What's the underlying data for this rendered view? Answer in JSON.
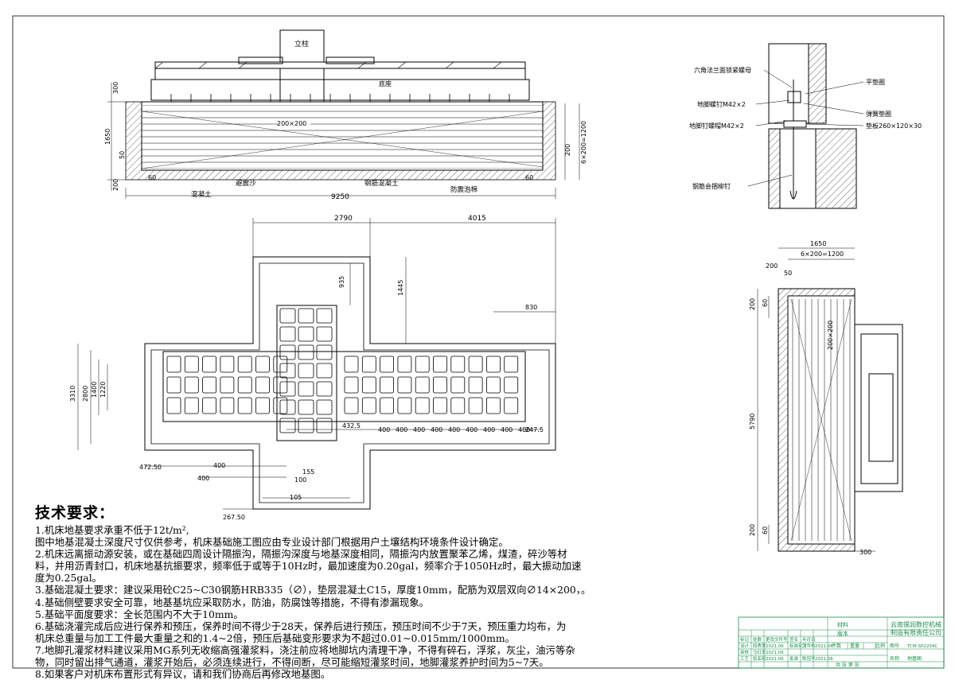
{
  "elevation": {
    "col_label": "立柱",
    "base_label": "底座",
    "dims": {
      "height300": "300",
      "height1650": "1650",
      "d50": "50",
      "d200": "200",
      "d60": "60",
      "total": "9250",
      "right_200": "200",
      "right_grid": "6×200=1200",
      "grid": "200×200"
    },
    "labels": {
      "concrete": "混凝土",
      "sand": "避震沙",
      "rc": "钢筋混凝土",
      "foam": "防震泡棉"
    }
  },
  "detail": {
    "labels": [
      "六角法兰面锁紧螺母",
      "平垫圈",
      "地脚螺钉M42×2",
      "弹簧垫圈",
      "地脚钉螺帽M42×2",
      "垫板260×120×30",
      "钢筋会捆柳钉"
    ]
  },
  "plan": {
    "dims": {
      "w2790": "2790",
      "w4015": "4015",
      "d935": "935",
      "d1445": "1445",
      "d830": "830",
      "h3310": "3310",
      "h2800": "2800",
      "h1400": "1400",
      "h1220": "1220",
      "d432": "432.5",
      "d247": "247.5",
      "d472": "472.50",
      "d267": "267.50",
      "d105": "105",
      "d155": "155",
      "d100": "100",
      "d400": "400"
    },
    "dim400_row": [
      "400",
      "400",
      "400",
      "400",
      "400",
      "400",
      "400",
      "400",
      "400"
    ]
  },
  "side": {
    "dims": {
      "w1650": "1650",
      "grid": "6×200=1200",
      "d200": "200",
      "d50": "50",
      "d60": "60",
      "diag": "200×200",
      "h5790": "5790",
      "d300": "300"
    }
  },
  "notes": {
    "heading": "技术要求：",
    "lines": [
      "1.机床地基要求承重不低于12t/m²,",
      "图中地基混凝土深度尺寸仅供参考，机床基础施工图应由专业设计部门根据用户土壤结构环境条件设计确定。",
      "2.机床远离振动源安装，或在基础四周设计隔振沟，隔振沟深度与地基深度相同，隔振沟内放置聚苯乙烯，煤渣，碎沙等材",
      "料，并用沥青封口，机床地基抗振要求，频率低于或等于10Hz时，最加速度为0.20gal，频率介于1050Hz时，最大振动加速",
      "度为0.25gal。",
      "3.基础混凝土要求：建议采用砼C25~C30钢筋HRB335（∅），垫层混凝土C15，厚度10mm，配筋为双层双向∅14×200，。",
      "4.基础侧壁要求安全可靠，地基基坑应采取防水，防油，防腐蚀等措施，不得有渗漏现象。",
      "5.基础平面度要求：全长范围内不大于10mm。",
      "6.基础浇灌完成后应进行保养和预压，保养时间不得少于28天，保养后进行预压，预压时间不少于7天，预压重力均布，为",
      "机床总重量与加工工件最大重量之和的1.4~2倍，预压后基础变形要求为不超过0.01~0.015mm/1000mm。",
      "7.地脚孔灌浆材料建议采用MG系列无收缩高强灌浆料，浇注前应将地脚坑内清理干净，不得有碎石，浮浆，灰尘，油污等杂",
      "物，同时留出排气通道，灌浆开始后，必须连续进行，不得间断，尽可能缩短灌浆时间，地脚灌浆养护时间为5~7天。",
      "8.如果客户对机床布置形式有异议，请和我们协商后再修改地基图。"
    ]
  },
  "title_block": {
    "company": "云南锡润数控机械制造有限责任公司",
    "company_line1": "云南锡润数控机械",
    "company_line2": "制造有限责任公司",
    "material": "材料",
    "version": "版本",
    "drawing_no": "TCM-SP2204C",
    "drawing_name": "地基图",
    "rows": [
      [
        "标记",
        "处数",
        "更改文件号",
        "签名",
        "年月日"
      ],
      [
        "设计",
        "段秀莲",
        "2021.06",
        "标准化",
        "蒲华布",
        "2021.06"
      ],
      [
        "审核",
        "马红安",
        "2021.06"
      ],
      [
        "工艺",
        "张亚利",
        "2021.06",
        "批准",
        "陈冠华",
        "2021.06"
      ]
    ],
    "cells": {
      "scale_label": "比例",
      "weight_label": "重量",
      "pieces_label": "件数",
      "sheets_label": "共 张 第 张",
      "name_label": "名称",
      "code_label": "图号"
    }
  }
}
